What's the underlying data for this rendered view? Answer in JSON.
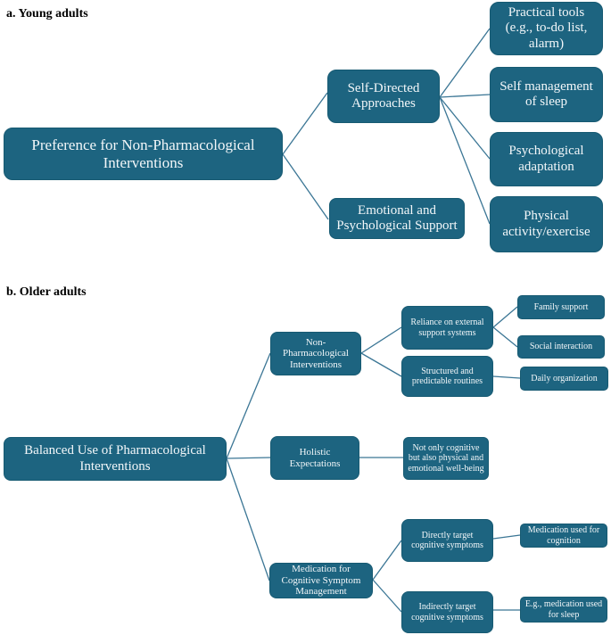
{
  "figure": {
    "panel_a": {
      "title": "a. Young adults",
      "root": "Preference for Non-Pharmacological Interventions",
      "nodes": {
        "self_directed": "Self-Directed Approaches",
        "emotional_support": "Emotional and Psychological Support",
        "practical_tools": "Practical tools (e.g., to-do list, alarm)",
        "self_management_sleep": "Self management of sleep",
        "psychological_adaptation": "Psychological adaptation",
        "physical_activity": "Physical activity/exercise"
      }
    },
    "panel_b": {
      "title": "b. Older adults",
      "root": "Balanced Use of Pharmacological Interventions",
      "nodes": {
        "non_pharmacological": "Non-Pharmacological Interventions",
        "reliance_external_support": "Reliance on external support systems",
        "structured_routines": "Structured and predictable routines",
        "family_support": "Family support",
        "social_interaction": "Social interaction",
        "daily_organization": "Daily organization",
        "holistic_expectations": "Holistic Expectations",
        "not_only_cognitive": "Not only cognitive but also physical and emotional well-being",
        "medication_management": "Medication for Cognitive Symptom Management",
        "directly_target": "Directly target cognitive symptoms",
        "indirectly_target": "Indirectly target cognitive symptoms",
        "medication_cognition": "Medication used for cognition",
        "medication_sleep": "E.g., medication used for sleep"
      }
    },
    "colors": {
      "box_fill": "#1d6480",
      "box_border": "#175a72",
      "connector": "#3b7695",
      "box_text": "#f3f7f9",
      "title_text": "#000000"
    }
  }
}
